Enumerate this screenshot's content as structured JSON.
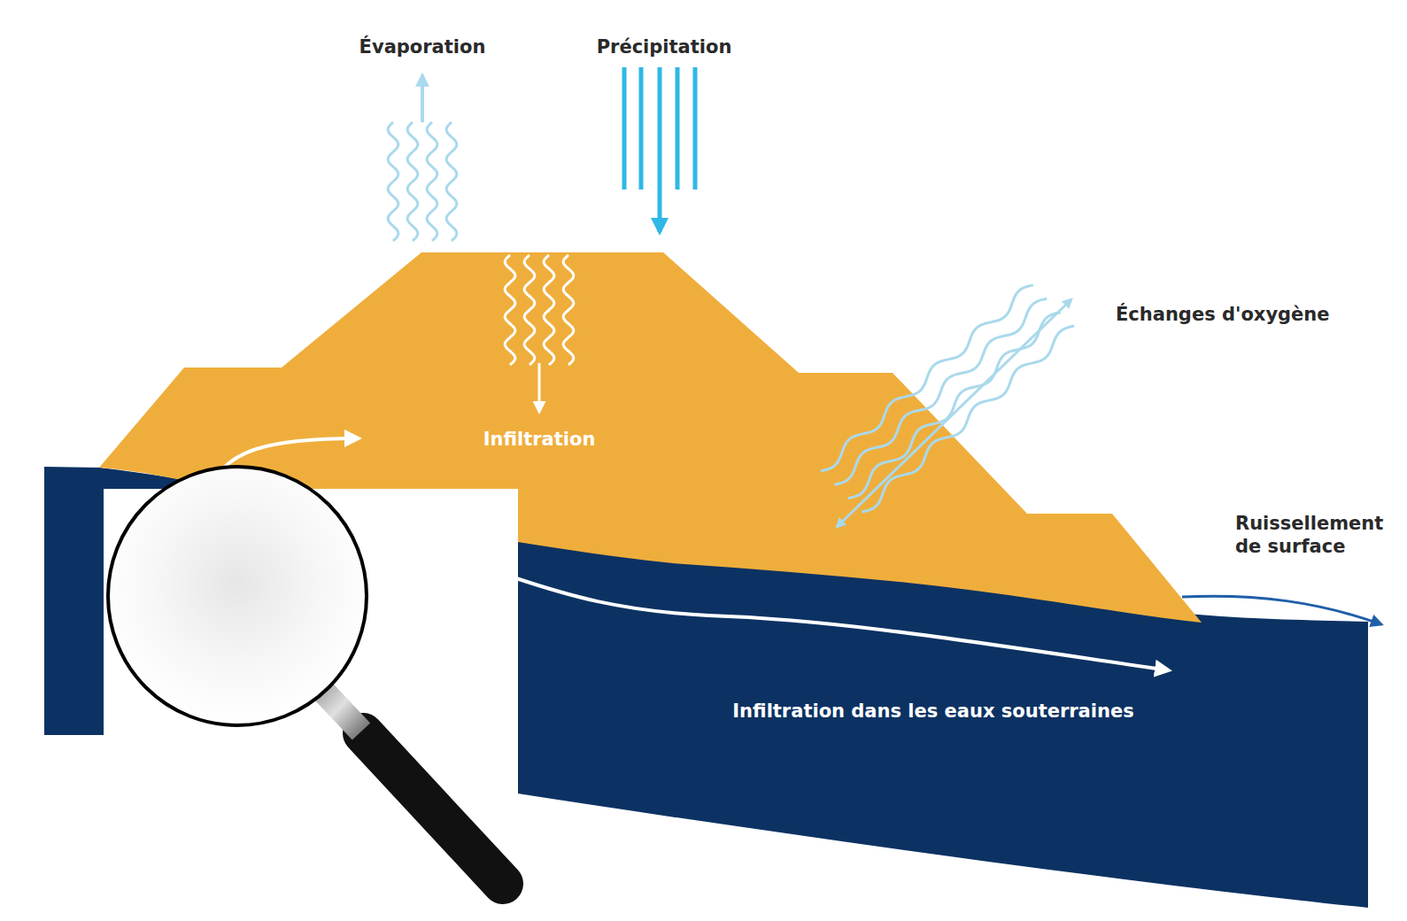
{
  "diagram": {
    "labels": [
      "Évaporation",
      "Précipitation",
      "Échanges d'oxygène",
      "Infiltration",
      "Ruissellement de surface",
      "Infiltration dans les eaux souterraines"
    ]
  }
}
